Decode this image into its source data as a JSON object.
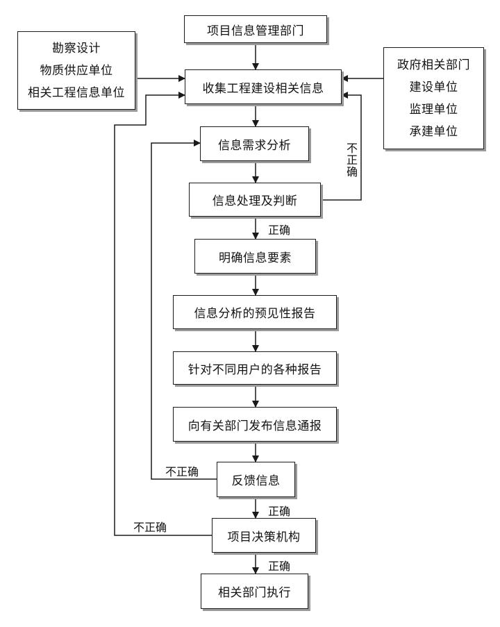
{
  "boxes": {
    "mgmt_dept": "项目信息管理部门",
    "collect": "收集工程建设相关信息",
    "left_sources": [
      "勘察设计",
      "物质供应单位",
      "相关工程信息单位"
    ],
    "right_sources": [
      "政府相关部门",
      "建设单位",
      "监理单位",
      "承建单位"
    ],
    "demand": "信息需求分析",
    "process": "信息处理及判断",
    "elements": "明确信息要素",
    "forecast": "信息分析的预见性报告",
    "reports": "针对不同用户的各种报告",
    "publish": "向有关部门发布信息通报",
    "feedback": "反馈信息",
    "decision": "项目决策机构",
    "execute": "相关部门执行"
  },
  "labels": {
    "incorrect_vertical": "不正确",
    "correct_1": "正确",
    "incorrect_feedback": "不正确",
    "correct_2": "正确",
    "incorrect_decision": "不正确",
    "correct_3": "正确"
  }
}
